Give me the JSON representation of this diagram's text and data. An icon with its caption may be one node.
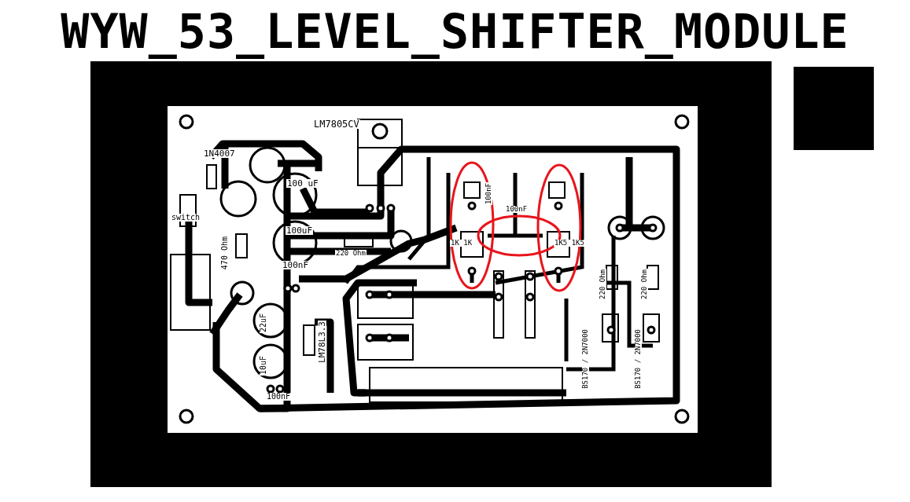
{
  "diagram": {
    "title": "WYW_53_LEVEL_SHIFTER_MODULE",
    "nodes": [
      {
        "text": [],
        "shape": "box"
      }
    ],
    "labels": [
      "LM7805CV",
      "1N4007",
      "100 uF",
      "switch",
      "100uF",
      "470 Ohm",
      "220 Ohm",
      "100nF",
      "22uF",
      "10uF",
      "LM78L3.3",
      "100nF",
      "100nF",
      "100nF",
      "1K 1K",
      "1K5 1K5",
      "220 Ohm",
      "220 Ohm",
      "BS170 / 2N7000",
      "BS170 / 2N7000"
    ]
  }
}
